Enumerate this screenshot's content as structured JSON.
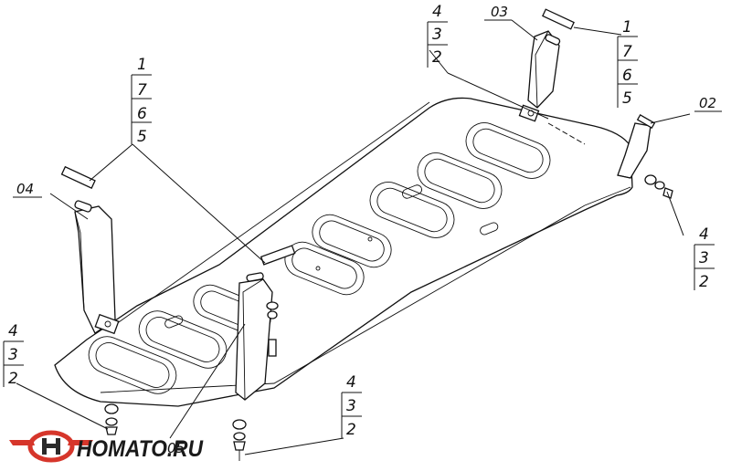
{
  "callout_stacks": [
    {
      "id": "top-center",
      "values": [
        "4",
        "3",
        "2"
      ]
    },
    {
      "id": "left-upper",
      "values": [
        "1",
        "7",
        "6",
        "5"
      ]
    },
    {
      "id": "right-upper",
      "values": [
        "1",
        "7",
        "6",
        "5"
      ]
    },
    {
      "id": "right-middle",
      "values": [
        "4",
        "3",
        "2"
      ]
    },
    {
      "id": "left-lower",
      "values": [
        "4",
        "3",
        "2"
      ]
    },
    {
      "id": "center-bottom",
      "values": [
        "4",
        "3",
        "2"
      ]
    }
  ],
  "part_labels": {
    "bracket_03": "03",
    "bracket_02": "02",
    "bracket_04": "04",
    "bracket_05": "05"
  },
  "logo": {
    "text": "HOMATO.RU",
    "colors": {
      "ring": "#d6362b",
      "emblem": "#2a2a2a"
    }
  }
}
